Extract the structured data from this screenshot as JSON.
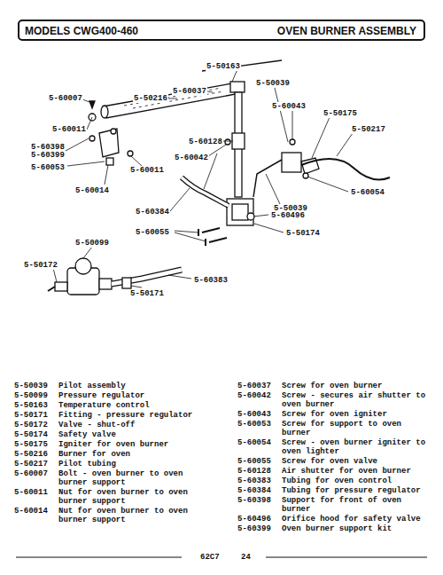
{
  "diagram": {
    "nodes": [
      {
        "text": [
          "MODELS CWG400-460",
          "OVEN BURNER ASSEMBLY"
        ]
      }
    ],
    "labels": [
      "5-50163",
      "5-60037",
      "5-50039",
      "5-60007",
      "5-50216",
      "5-60043",
      "5-50175",
      "5-60011",
      "5-50217",
      "5-60128",
      "5-60398",
      "5-60399",
      "5-60042",
      "5-60053",
      "5-60011",
      "5-60014",
      "5-60054",
      "5-50039",
      "5-60384",
      "5-60496",
      "5-60055",
      "5-50174",
      "5-50099",
      "5-50172",
      "5-60383",
      "5-50171",
      "5-50039",
      "Pilot assembly",
      "5-50099",
      "Pressure regulator",
      "5-50163",
      "Temperature control",
      "5-50171",
      "Fitting - pressure regulator",
      "5-50172",
      "Valve - shut-off",
      "5-50174",
      "Safety valve",
      "5-50175",
      "Igniter for oven burner",
      "5-50216",
      "Burner for oven",
      "5-50217",
      "Pilot tubing",
      "5-60007",
      "Bolt - oven burner to oven burner support",
      "5-60011",
      "Nut for oven burner to oven burner support",
      "5-60014",
      "Nut for oven burner to oven burner support",
      "5-60037",
      "Screw for oven burner",
      "5-60042",
      "Screw - secures air shutter to oven burner",
      "5-60043",
      "Screw for oven igniter",
      "5-60053",
      "Screw for support to oven burner",
      "5-60054",
      "Screw - oven burner igniter to oven lighter",
      "5-60055",
      "Screw for oven valve",
      "5-60128",
      "Air shutter for oven burner",
      "5-60383",
      "Tubing for oven control",
      "5-60384",
      "Tubing for pressure regulator",
      "5-60398",
      "Support for front of oven burner",
      "5-60496",
      "Orifice hood for safety valve",
      "5-60399",
      "Oven burner support kit",
      "62C7",
      "24"
    ]
  }
}
